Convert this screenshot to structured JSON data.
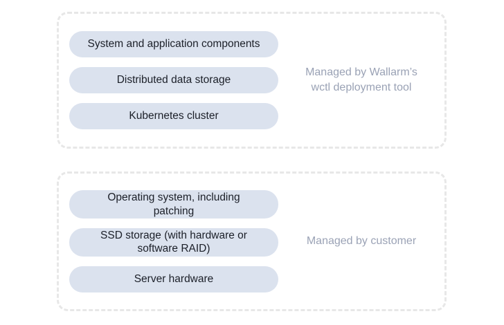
{
  "diagram": {
    "groups": [
      {
        "name": "wallarm-managed",
        "label": "Managed by Wallarm’s\nwctl deployment tool",
        "items": [
          "System and application components",
          "Distributed data storage",
          "Kubernetes cluster"
        ]
      },
      {
        "name": "customer-managed",
        "label": "Managed by customer",
        "items": [
          "Operating system, including\npatching",
          "SSD storage (with hardware or\nsoftware RAID)",
          "Server hardware"
        ]
      }
    ],
    "colors": {
      "pill_background": "#dbe2ee",
      "pill_text": "#1b1f28",
      "label_text": "#9aa2b5",
      "dashed_border": "#e7e7e7",
      "page_background": "#ffffff"
    }
  }
}
